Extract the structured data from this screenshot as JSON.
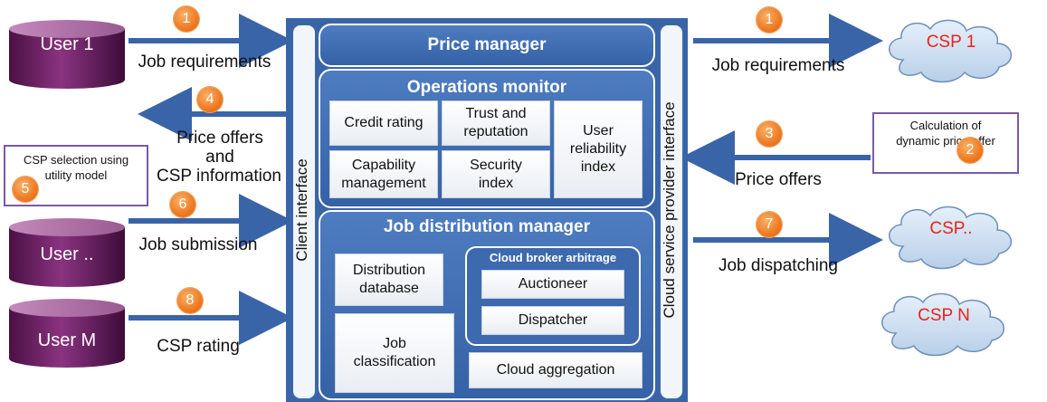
{
  "users": {
    "user1": "User 1",
    "user_mid": "User ..",
    "user_m": "User M"
  },
  "csps": {
    "csp1": "CSP 1",
    "csp_mid": "CSP..",
    "csp_n": "CSP N"
  },
  "left_labels": {
    "job_requirements": "Job requirements",
    "price_offers_l1": "Price offers",
    "price_offers_l2": "and",
    "price_offers_l3": "CSP information",
    "job_submission": "Job submission",
    "csp_rating": "CSP rating"
  },
  "right_labels": {
    "job_requirements": "Job requirements",
    "price_offers": "Price offers",
    "job_dispatching": "Job dispatching"
  },
  "badges": {
    "b1_left": "1",
    "b4": "4",
    "b6": "6",
    "b8": "8",
    "b1_right": "1",
    "b3": "3",
    "b7": "7",
    "b5": "5",
    "b2": "2"
  },
  "notes": {
    "csp_selection_l1": "CSP selection using",
    "csp_selection_l2": "utility model",
    "calc_l1": "Calculation of",
    "calc_l2": "dynamic price offer"
  },
  "interfaces": {
    "client": "Client interface",
    "provider": "Cloud service provider interface"
  },
  "broker": {
    "price_manager": "Price manager",
    "operations_monitor": "Operations monitor",
    "credit_rating": "Credit rating",
    "trust_l1": "Trust and",
    "trust_l2": "reputation",
    "user_rel_l1": "User",
    "user_rel_l2": "reliability",
    "user_rel_l3": "index",
    "capability_l1": "Capability",
    "capability_l2": "management",
    "security_l1": "Security",
    "security_l2": "index",
    "job_distribution_manager": "Job distribution manager",
    "distribution_l1": "Distribution",
    "distribution_l2": "database",
    "cloud_broker_arbitrage": "Cloud broker arbitrage",
    "auctioneer": "Auctioneer",
    "dispatcher": "Dispatcher",
    "job_class_l1": "Job",
    "job_class_l2": "classification",
    "cloud_aggregation": "Cloud aggregation"
  },
  "colors": {
    "cylinder": "#6b1f63",
    "arrow": "#3a64a8",
    "panel": "#3d6aae",
    "badge": "#ee7a22",
    "cloud_text": "#e8231b"
  }
}
